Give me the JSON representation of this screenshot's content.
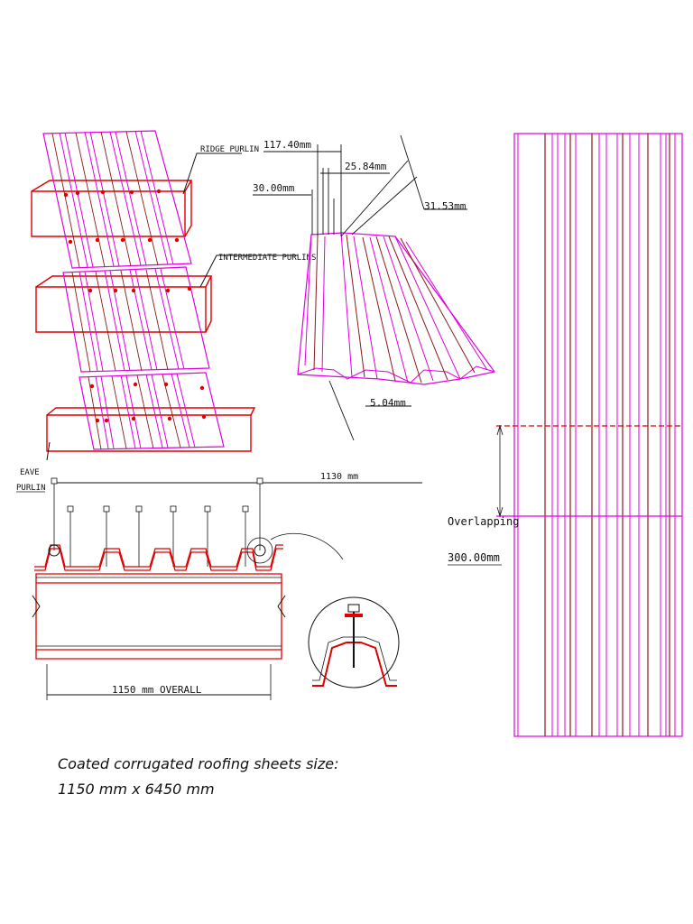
{
  "colors": {
    "magenta": "#e000e0",
    "red": "#e00000",
    "brown": "#8b1a1a",
    "black": "#111111",
    "background": "#ffffff"
  },
  "labels": {
    "ridge_purlin": "RIDGE PURLIN",
    "intermediate_purlins": "INTERMEDIATE PURLINS",
    "eave_purlin_1": "EAVE",
    "eave_purlin_2": "PURLIN",
    "width_1130": "1130 mm",
    "overall_1150": "1150 mm OVERALL",
    "overlapping": "Overlapping",
    "overlap_value": "300.00mm"
  },
  "dimensions": {
    "d1": "117.40mm",
    "d2": "25.84mm",
    "d3": "30.00mm",
    "d4": "31.53mm",
    "d5": "5.04mm"
  },
  "caption": {
    "line1": "Coated corrugated roofing sheets size:",
    "line2": "1150 mm x 6450 mm"
  }
}
